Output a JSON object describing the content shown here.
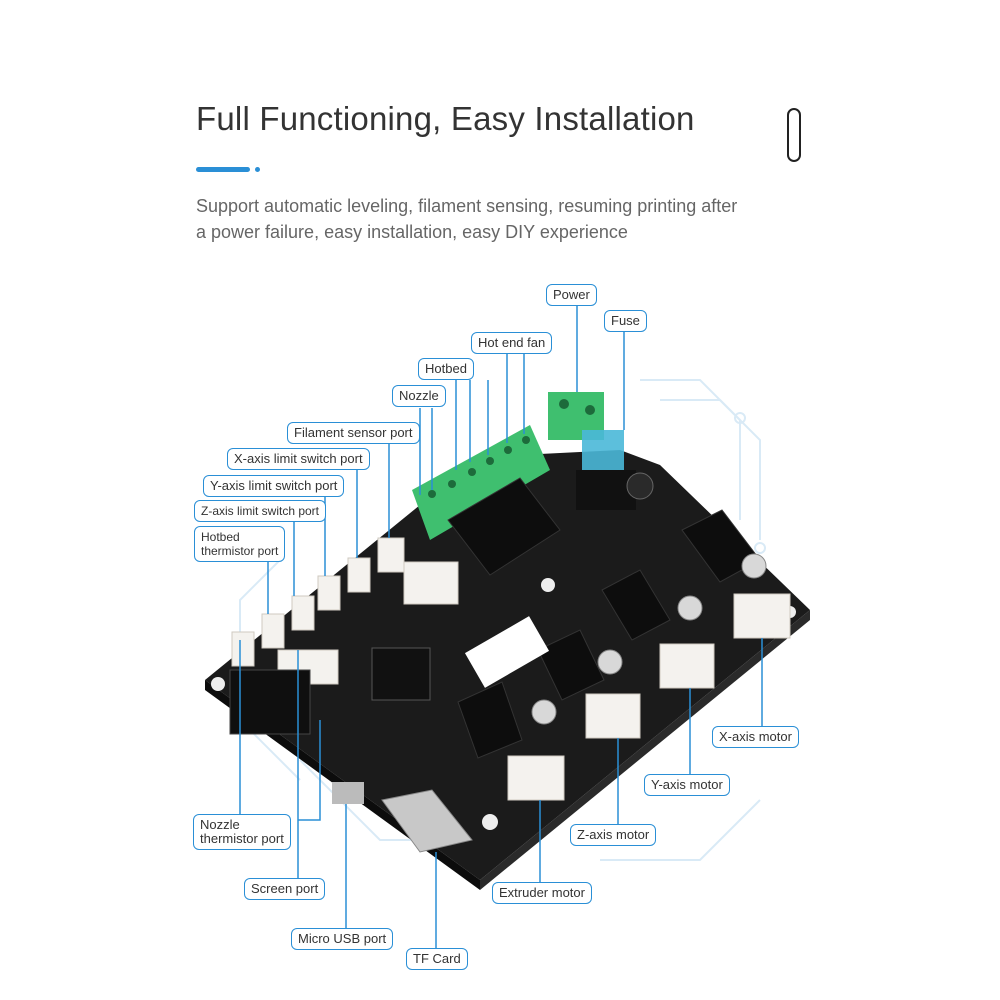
{
  "header": {
    "title": "Full Functioning, Easy Installation",
    "description_line1": "Support automatic leveling, filament sensing, resuming printing after",
    "description_line2": "a power failure, easy installation, easy DIY experience"
  },
  "colors": {
    "accent": "#2a8fd6",
    "board": "#1b1b1b",
    "terminal_green": "#3fbf6f",
    "fuse_blue": "#4ab8d8",
    "heatsink": "#0d0d0d"
  },
  "callouts": {
    "power": "Power",
    "fuse": "Fuse",
    "hot_end_fan": "Hot end fan",
    "hotbed": "Hotbed",
    "nozzle": "Nozzle",
    "filament_sensor_port": "Filament sensor port",
    "x_limit": "X-axis limit switch port",
    "y_limit": "Y-axis limit switch port",
    "z_limit": "Z-axis limit switch port",
    "hotbed_thermistor_l1": "Hotbed",
    "hotbed_thermistor_l2": "thermistor port",
    "nozzle_thermistor_l1": "Nozzle",
    "nozzle_thermistor_l2": "thermistor port",
    "screen_port": "Screen port",
    "micro_usb": "Micro USB port",
    "tf_card": "TF Card",
    "extruder_motor": "Extruder motor",
    "z_motor": "Z-axis motor",
    "y_motor": "Y-axis motor",
    "x_motor": "X-axis motor"
  }
}
